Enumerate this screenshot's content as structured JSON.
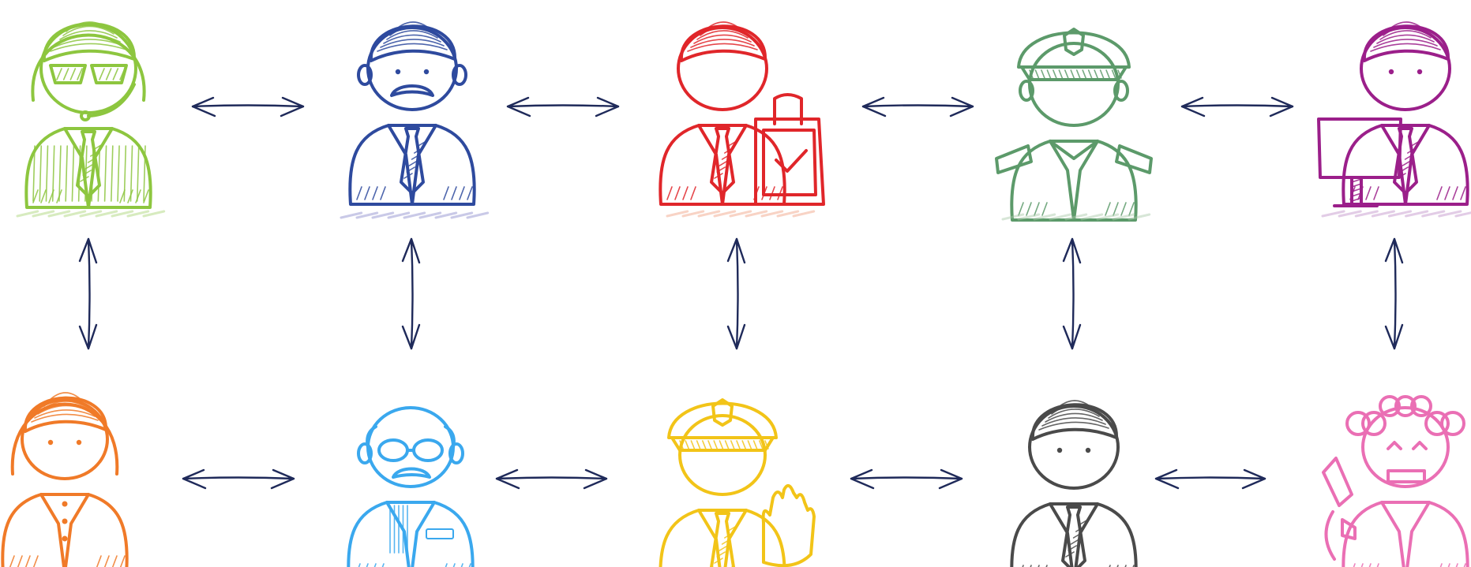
{
  "diagram": {
    "arrow_color": "#1f2a5a",
    "people": [
      {
        "id": "operator",
        "icon": "headset-operator-icon",
        "color": "#8dc63f",
        "row": 0,
        "col": 0
      },
      {
        "id": "businessman",
        "icon": "mustache-businessman-icon",
        "color": "#2e4a9e",
        "row": 0,
        "col": 1
      },
      {
        "id": "inspector",
        "icon": "clipboard-inspector-icon",
        "color": "#e0262a",
        "row": 0,
        "col": 2
      },
      {
        "id": "officer",
        "icon": "military-officer-icon",
        "color": "#5c9a6a",
        "row": 0,
        "col": 3
      },
      {
        "id": "computer-worker",
        "icon": "computer-worker-icon",
        "color": "#9b1f8a",
        "row": 0,
        "col": 4
      },
      {
        "id": "woman",
        "icon": "woman-employee-icon",
        "color": "#f07a28",
        "row": 1,
        "col": 0
      },
      {
        "id": "doctor",
        "icon": "glasses-doctor-icon",
        "color": "#3aa8ee",
        "row": 1,
        "col": 1
      },
      {
        "id": "police",
        "icon": "police-stop-hand-icon",
        "color": "#f2c418",
        "row": 1,
        "col": 2
      },
      {
        "id": "manager",
        "icon": "tie-manager-icon",
        "color": "#4a4a4a",
        "row": 1,
        "col": 3
      },
      {
        "id": "scientist",
        "icon": "scientist-microscope-icon",
        "color": "#ea6fb4",
        "row": 1,
        "col": 4
      }
    ],
    "connections": [
      {
        "from": "operator",
        "to": "businessman",
        "dir": "horizontal"
      },
      {
        "from": "businessman",
        "to": "inspector",
        "dir": "horizontal"
      },
      {
        "from": "inspector",
        "to": "officer",
        "dir": "horizontal"
      },
      {
        "from": "officer",
        "to": "computer-worker",
        "dir": "horizontal"
      },
      {
        "from": "woman",
        "to": "doctor",
        "dir": "horizontal"
      },
      {
        "from": "doctor",
        "to": "police",
        "dir": "horizontal"
      },
      {
        "from": "police",
        "to": "manager",
        "dir": "horizontal"
      },
      {
        "from": "manager",
        "to": "scientist",
        "dir": "horizontal"
      },
      {
        "from": "operator",
        "to": "woman",
        "dir": "vertical"
      },
      {
        "from": "businessman",
        "to": "doctor",
        "dir": "vertical"
      },
      {
        "from": "inspector",
        "to": "police",
        "dir": "vertical"
      },
      {
        "from": "officer",
        "to": "manager",
        "dir": "vertical"
      },
      {
        "from": "computer-worker",
        "to": "scientist",
        "dir": "vertical"
      }
    ]
  }
}
